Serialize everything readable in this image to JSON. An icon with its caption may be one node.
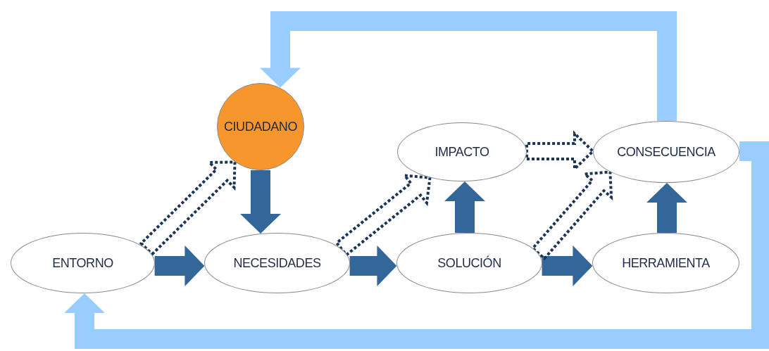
{
  "diagram": {
    "nodes": [
      {
        "text": [
          "CIUDADANO"
        ]
      },
      {
        "text": [
          "IMPACTO"
        ]
      },
      {
        "text": [
          "CONSECUENCIA"
        ]
      },
      {
        "text": [
          "ENTORNO"
        ]
      },
      {
        "text": [
          "NECESIDADES"
        ]
      },
      {
        "text": [
          "SOLUCIÓN"
        ]
      },
      {
        "text": [
          "HERRAMIENTA"
        ]
      }
    ],
    "edges": [
      {
        "from": 3,
        "to": 4,
        "arrow": "to"
      },
      {
        "from": 0,
        "to": 4,
        "arrow": "to"
      },
      {
        "from": 4,
        "to": 5,
        "arrow": "to"
      },
      {
        "from": 5,
        "to": 6,
        "arrow": "to"
      },
      {
        "from": 5,
        "to": 1,
        "arrow": "to"
      },
      {
        "from": 6,
        "to": 2,
        "arrow": "to"
      },
      {
        "from": 3,
        "to": 0,
        "arrow": "to",
        "style": "dashed"
      },
      {
        "from": 4,
        "to": 1,
        "arrow": "to",
        "style": "dashed"
      },
      {
        "from": 1,
        "to": 2,
        "arrow": "to",
        "style": "dashed"
      },
      {
        "from": 5,
        "to": 2,
        "arrow": "to",
        "style": "dashed"
      },
      {
        "from": 2,
        "to": 0,
        "arrow": "to",
        "color": "#99ccff"
      },
      {
        "from": 2,
        "to": 3,
        "arrow": "to",
        "color": "#99ccff"
      }
    ]
  }
}
